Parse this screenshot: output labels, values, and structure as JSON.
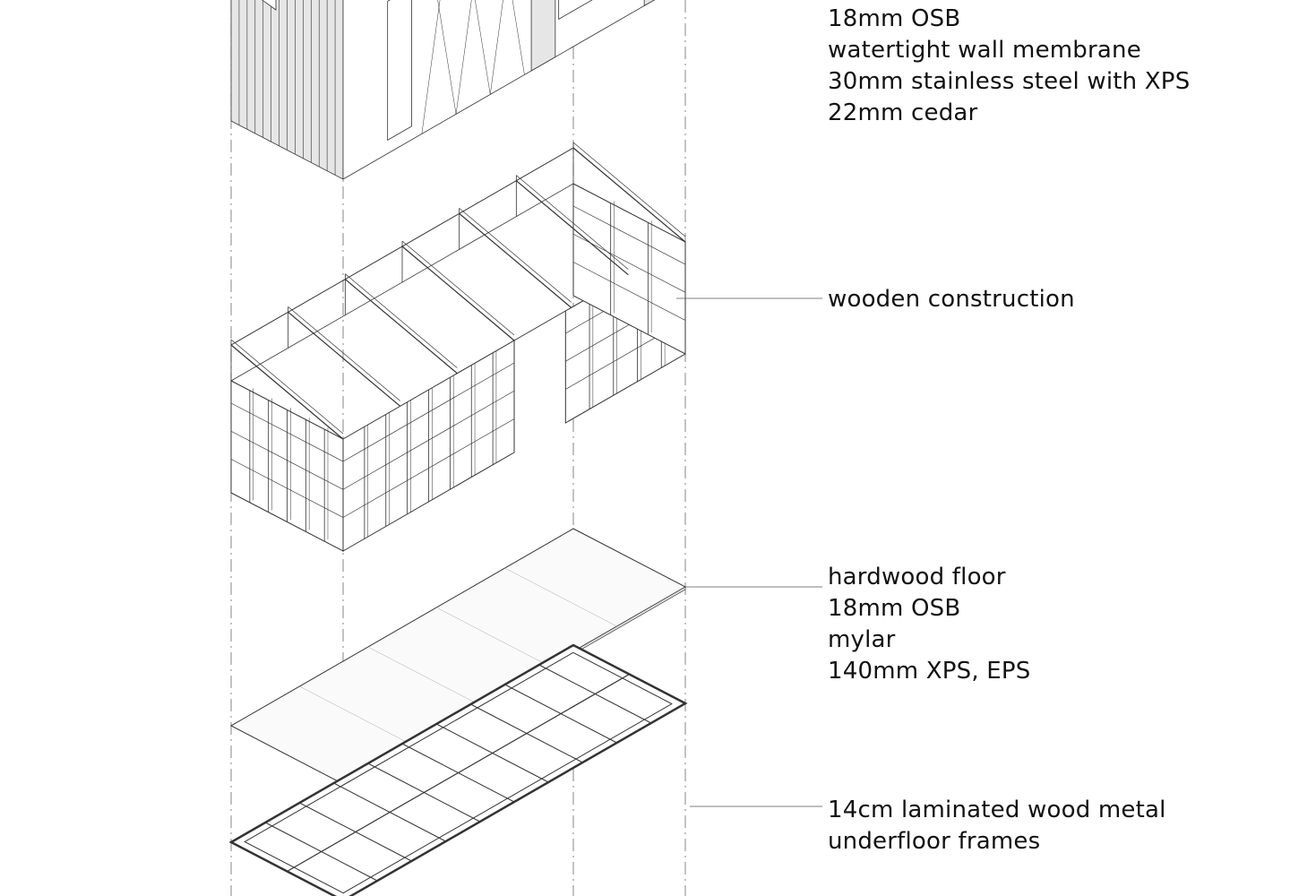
{
  "diagram": {
    "type": "exploded axonometric building assembly",
    "line_color": "#333333",
    "shade_color": "#e6e6e6",
    "layers": [
      {
        "id": "wall-cladding",
        "lines": [
          "18mm OSB",
          "watertight wall membrane",
          "30mm stainless steel with XPS",
          "22mm cedar"
        ]
      },
      {
        "id": "wooden-construction",
        "lines": [
          "wooden construction"
        ]
      },
      {
        "id": "floor",
        "lines": [
          "hardwood floor",
          "18mm OSB",
          "mylar",
          "140mm XPS, EPS"
        ]
      },
      {
        "id": "underfloor",
        "lines": [
          "14cm laminated wood metal",
          "underfloor frames"
        ]
      }
    ]
  }
}
